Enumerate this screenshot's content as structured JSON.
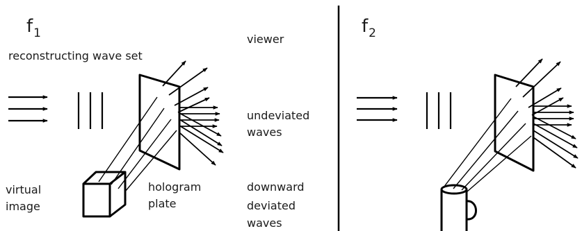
{
  "panels": [
    {
      "title_letter": "f",
      "title_sub": "1",
      "labels": {
        "reconstructing_wave_set": "reconstructing wave set",
        "viewer": "viewer",
        "undeviated_line1": "undeviated",
        "undeviated_line2": "waves",
        "virtual_line1": "virtual",
        "virtual_line2": "image",
        "hologram_line1": "hologram",
        "hologram_line2": "plate",
        "downward_line1": "downward",
        "downward_line2": "deviated",
        "downward_line3": "waves"
      },
      "object_icon": "cube-icon"
    },
    {
      "title_letter": "f",
      "title_sub": "2",
      "object_icon": "mug-icon"
    }
  ],
  "colors": {
    "ink": "#000000",
    "background": "#ffffff"
  }
}
